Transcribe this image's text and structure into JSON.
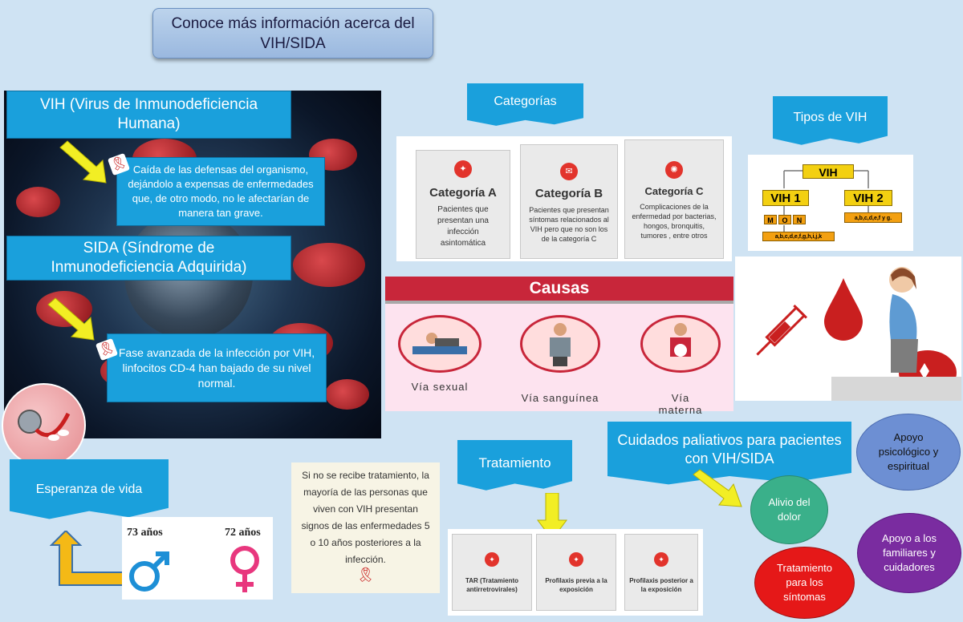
{
  "title": "Conoce más información acerca del VIH/SIDA",
  "vih": {
    "heading": "VIH (Virus de Inmunodeficiencia Humana)",
    "desc": "Caída de las defensas del organismo, dejándolo a expensas de enfermedades que, de otro modo, no le afectarían de manera tan grave."
  },
  "sida": {
    "heading": "SIDA (Síndrome de Inmunodeficiencia Adquirida)",
    "desc": "Fase avanzada de la infección por VIH, linfocitos CD-4 han bajado de su nivel normal."
  },
  "esperanza": {
    "label": "Esperanza de vida",
    "male": "73 años",
    "female": "72 años"
  },
  "note": "Si no se recibe tratamiento, la mayoría de las personas que viven con VIH presentan signos de las enfermedades 5 o 10 años posteriores a la infección.",
  "categorias": {
    "label": "Categorías",
    "cards": [
      {
        "title": "Categoría A",
        "desc": "Pacientes que presentan una infección asintomática"
      },
      {
        "title": "Categoría B",
        "desc": "Pacientes que presentan síntomas relacionados al VIH pero que no son los de la categoría C"
      },
      {
        "title": "Categoría C",
        "desc": "Complicaciones de la enfermedad por bacterias, hongos, bronquitis, tumores , entre otros"
      }
    ]
  },
  "tipos": {
    "label": "Tipos de VIH",
    "root": "VIH",
    "v1": "VIH 1",
    "v2": "VIH 2",
    "groups": [
      "M",
      "O",
      "N"
    ],
    "sub1": "a,b,c,d,e,f,g,h,i,j,k",
    "sub2": "a,b,c,d,e,f y g."
  },
  "causas": {
    "title": "Causas",
    "items": [
      "Vía sexual",
      "Vía sanguínea",
      "Vía materna"
    ]
  },
  "tratamiento": {
    "label": "Tratamiento",
    "cards": [
      "TAR (Tratamiento antirretrovirales)",
      "Profilaxis previa a la exposición",
      "Profilaxis posterior a la exposición"
    ]
  },
  "cuidados": {
    "label": "Cuidados paliativos para pacientes con VIH/SIDA",
    "alivio": "Alivio del dolor",
    "apoyo_psico": "Apoyo psicológico y espiritual",
    "apoyo_familia": "Apoyo a los familiares y cuidadores",
    "tratamiento_sintomas": "Tratamiento para los síntomas"
  },
  "colors": {
    "banner": "#1aa0dc",
    "background": "#cfe3f3",
    "causas_bar": "#c8263a",
    "ribbon": "#c91f1f"
  }
}
